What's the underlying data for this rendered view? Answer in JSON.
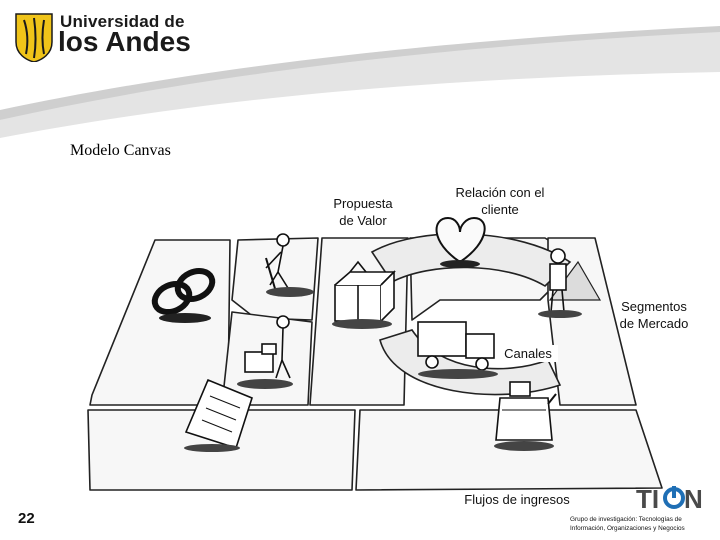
{
  "header": {
    "logo_line1": "Universidad de",
    "logo_line2": "los Andes",
    "logo_color": "#f0c419"
  },
  "slide": {
    "title": "Modelo Canvas",
    "page_number": "22"
  },
  "canvas": {
    "propuesta_valor": "Propuesta\nde Valor",
    "relacion_cliente": "Relación con el\ncliente",
    "segmentos_mercado": "Segmentos\nde Mercado",
    "canales": "Canales",
    "flujos_ingresos": "Flujos de ingresos"
  },
  "footer": {
    "tion_logo": "TION",
    "group_text": "Grupo de investigación: Tecnologías de Información, Organizaciones y Negocios"
  }
}
